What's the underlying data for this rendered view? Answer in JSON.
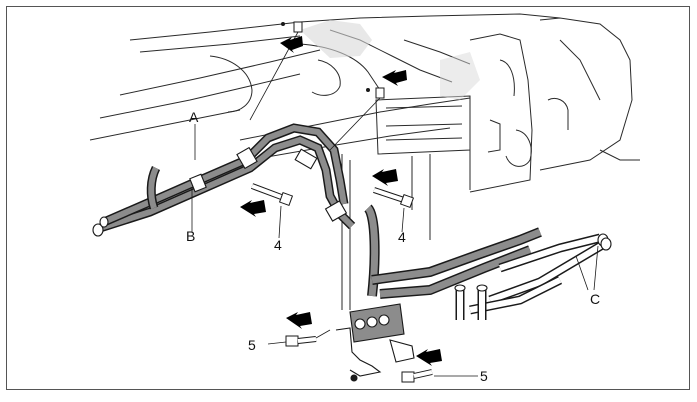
{
  "figure": {
    "labels": {
      "A": "A",
      "B": "B",
      "C": "C",
      "bolt_upper_1": "4",
      "bolt_upper_2": "4",
      "bolt_lower_1": "5",
      "bolt_lower_2": "5"
    },
    "colors": {
      "line": "#1a1a1a",
      "pipe_fill": "#8c8c8c",
      "shade": "#d9d9d9",
      "arrow": "#000000",
      "frame": "#555555"
    }
  }
}
